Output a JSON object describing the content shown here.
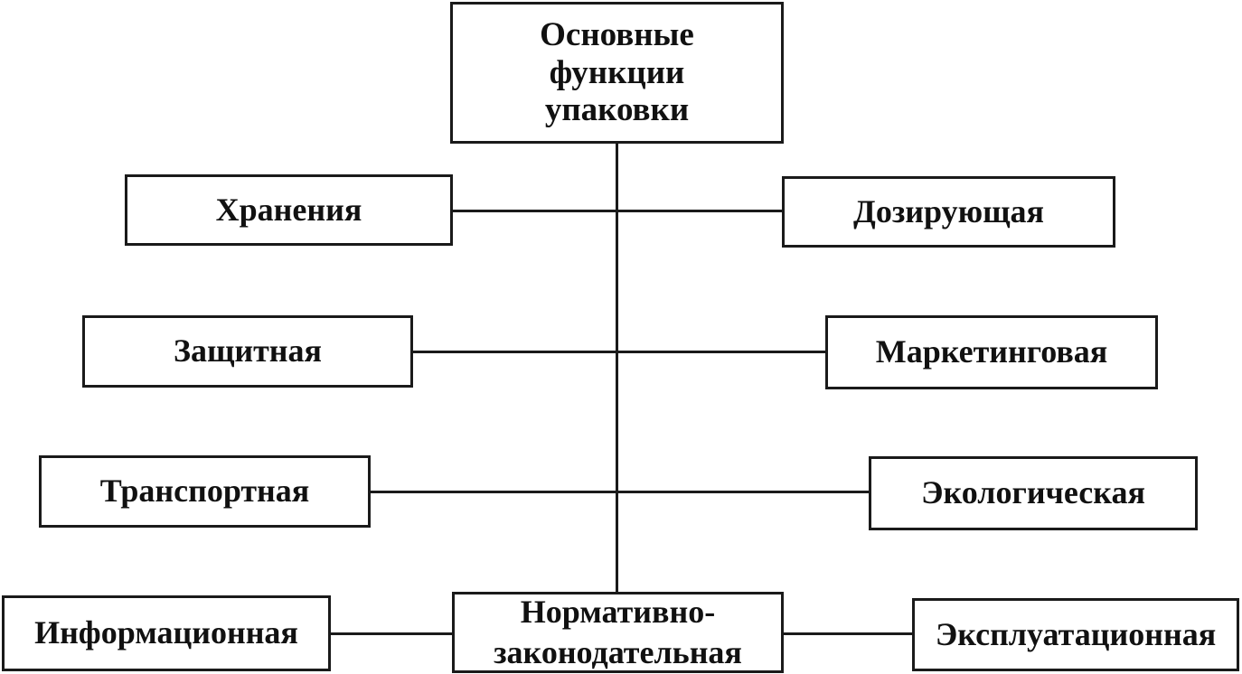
{
  "diagram": {
    "root": {
      "lines": [
        "Основные",
        "функции",
        "упаковки"
      ]
    },
    "left": [
      "Хранения",
      "Защитная",
      "Транспортная",
      "Информационная"
    ],
    "right": [
      "Дозирующая",
      "Маркетинговая",
      "Экологическая",
      "Эксплуатационная"
    ],
    "bottom_center": {
      "lines": [
        "Нормативно-",
        "законодательная"
      ]
    }
  }
}
